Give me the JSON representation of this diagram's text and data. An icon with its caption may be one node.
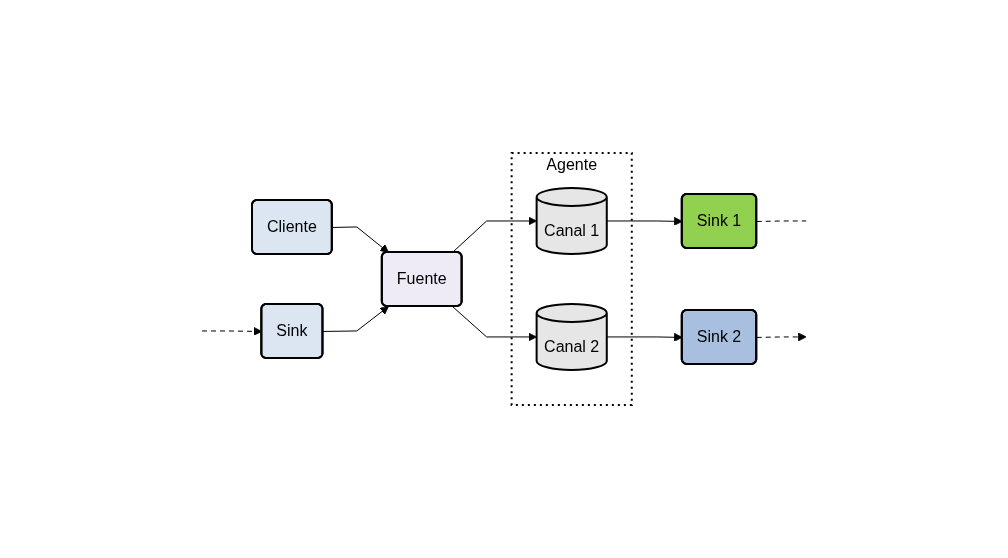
{
  "diagram": {
    "nodes": [
      {
        "text": [
          "Cliente"
        ]
      },
      {
        "text": [
          "Sink"
        ]
      },
      {
        "text": [
          "Fuente"
        ]
      },
      {
        "text": [
          "Agente"
        ]
      },
      {
        "text": [
          "Canal 1"
        ],
        "in": 3
      },
      {
        "text": [
          "Canal 2"
        ],
        "in": 3
      },
      {
        "text": [
          "Sink 1"
        ]
      },
      {
        "text": [
          "Sink 2"
        ]
      }
    ],
    "edges": [
      {
        "from": null,
        "to": 1,
        "arrow": "to",
        "style": "dashed"
      },
      {
        "from": 0,
        "to": 2,
        "arrow": "to"
      },
      {
        "from": 1,
        "to": 2,
        "arrow": "to"
      },
      {
        "from": 2,
        "to": 4,
        "arrow": "to"
      },
      {
        "from": 2,
        "to": 5,
        "arrow": "to"
      },
      {
        "from": 4,
        "to": 6,
        "arrow": "to"
      },
      {
        "from": 5,
        "to": 7,
        "arrow": "to"
      },
      {
        "from": 6,
        "to": null,
        "arrow": "none",
        "style": "dashed"
      },
      {
        "from": 7,
        "to": null,
        "arrow": "to",
        "style": "dashed"
      }
    ]
  }
}
